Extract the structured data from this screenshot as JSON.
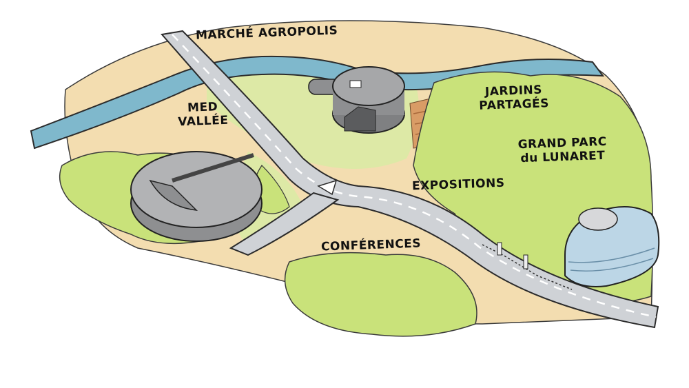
{
  "map": {
    "colors": {
      "river": "#7fb8cc",
      "sand": "#f3ddb0",
      "grass": "#dde9a6",
      "trees": "#c9e27a",
      "road": "#cfd2d6",
      "building": "#9e9fa1",
      "building_blue": "#bcd6e6",
      "field": "#d99c66"
    },
    "labels": {
      "agropolis": "MARCHÉ AGROPOLIS",
      "medvallee_1": "MED",
      "medvallee_2": "VALLÉE",
      "jardins_1": "JARDINS",
      "jardins_2": "PARTAGÉS",
      "parc_1": "GRAND PARC",
      "parc_2": "du LUNARET",
      "expositions": "EXPOSITIONS",
      "conferences": "CONFÉRENCES"
    }
  }
}
